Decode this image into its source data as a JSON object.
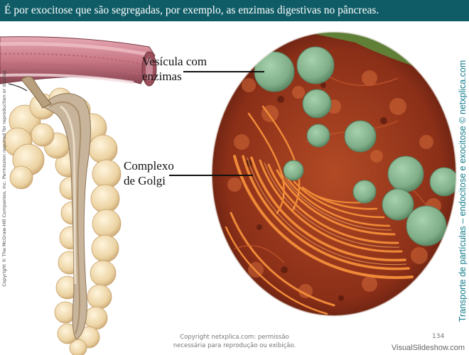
{
  "header": {
    "caption": "É por exocitose que são segregadas, por exemplo, as enzimas digestivas no pâncreas."
  },
  "labels": {
    "vesicle_line1": "Vesícula com",
    "vesicle_line2": "enzimas",
    "golgi_line1": "Complexo",
    "golgi_line2": "de Golgi"
  },
  "side": {
    "copyright": "Copyright © The McGraw-Hill Companies, Inc. Permission required for reproduction or display.",
    "title": "Transporte de partículas – endocitose e exocitose © netxplica.com"
  },
  "footer": {
    "line1": "Copyright netxplica.com: permissão",
    "line2": "necessária para reprodução ou exibição.",
    "page": "134"
  },
  "watermark": "VisualSlideshow.com",
  "colors": {
    "header_bg": "#0f5c66",
    "side_title": "#127c8a",
    "vesicle": "#86b58f",
    "golgi": "#e07a2c"
  },
  "icons": {
    "pancreas": "pancreas-illustration",
    "micrograph": "golgi-micrograph"
  }
}
